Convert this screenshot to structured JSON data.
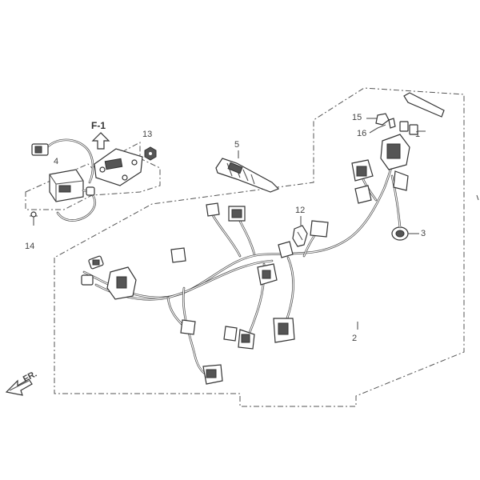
{
  "diagram": {
    "callouts": {
      "c1": "1",
      "c2": "2",
      "c3": "3",
      "c4": "4",
      "c5": "5",
      "c12": "12",
      "c13": "13",
      "c14": "14",
      "c15": "15",
      "c16": "16"
    },
    "inset_label": "F-1",
    "direction_label": "FR."
  },
  "colors": {
    "line": "#555555",
    "background": "#ffffff"
  },
  "icons": [
    "front-arrow-icon",
    "up-arrow-icon"
  ]
}
